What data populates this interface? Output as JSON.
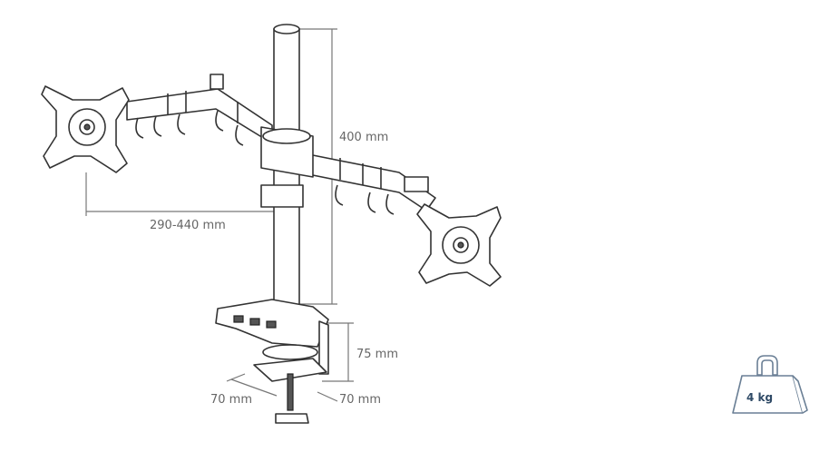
{
  "dimensions": {
    "pole_height": "400 mm",
    "arm_reach": "290-440 mm",
    "clamp_height": "75 mm",
    "clamp_width": "70 mm",
    "clamp_depth": "70 mm"
  },
  "weight_badge": {
    "label": "4 kg",
    "icon": "weight-icon"
  }
}
